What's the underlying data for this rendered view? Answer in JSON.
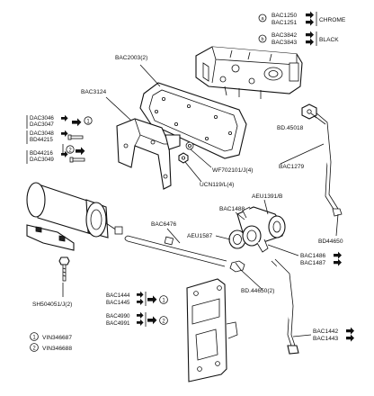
{
  "labels": {
    "bac1250": "BAC1250",
    "bac1251": "BAC1251",
    "chrome": "CHROME",
    "bac3842": "BAC3842",
    "bac3843": "BAC3843",
    "black": "BLACK",
    "bac2003": "BAC2003(2)",
    "bac3124": "BAC3124",
    "dac3046": "DAC3046",
    "dac3047": "DAC3047",
    "dac3048": "DAC3048",
    "bd44215": "BD44215",
    "bd44216": "BD44216",
    "dac3049": "DAC3049",
    "bd45018": "BD.45018",
    "wf702101": "WF702101/J(4)",
    "ucn119": "UCN119/L(4)",
    "bac1279": "BAC1279",
    "aeu1391": "AEU1391/B",
    "bac1488": "BAC1488",
    "bac6476": "BAC6476",
    "aeu1587": "AEU1587",
    "bd44650": "BD44650",
    "bac1486": "BAC1486",
    "bac1487": "BAC1487",
    "bd44650x2": "BD.44650(2)",
    "sh504051": "SH504051/J(2)",
    "bac1444": "BAC1444",
    "bac1445": "BAC1445",
    "bac4990": "BAC4990",
    "bac4991": "BAC4991",
    "bac1442": "BAC1442",
    "bac1443": "BAC1443"
  },
  "markers": {
    "circle_a": "a",
    "circle_b": "b",
    "one": "1",
    "two": "2"
  },
  "legend": {
    "item1": "VIN346687",
    "item2": "VIN346688"
  }
}
